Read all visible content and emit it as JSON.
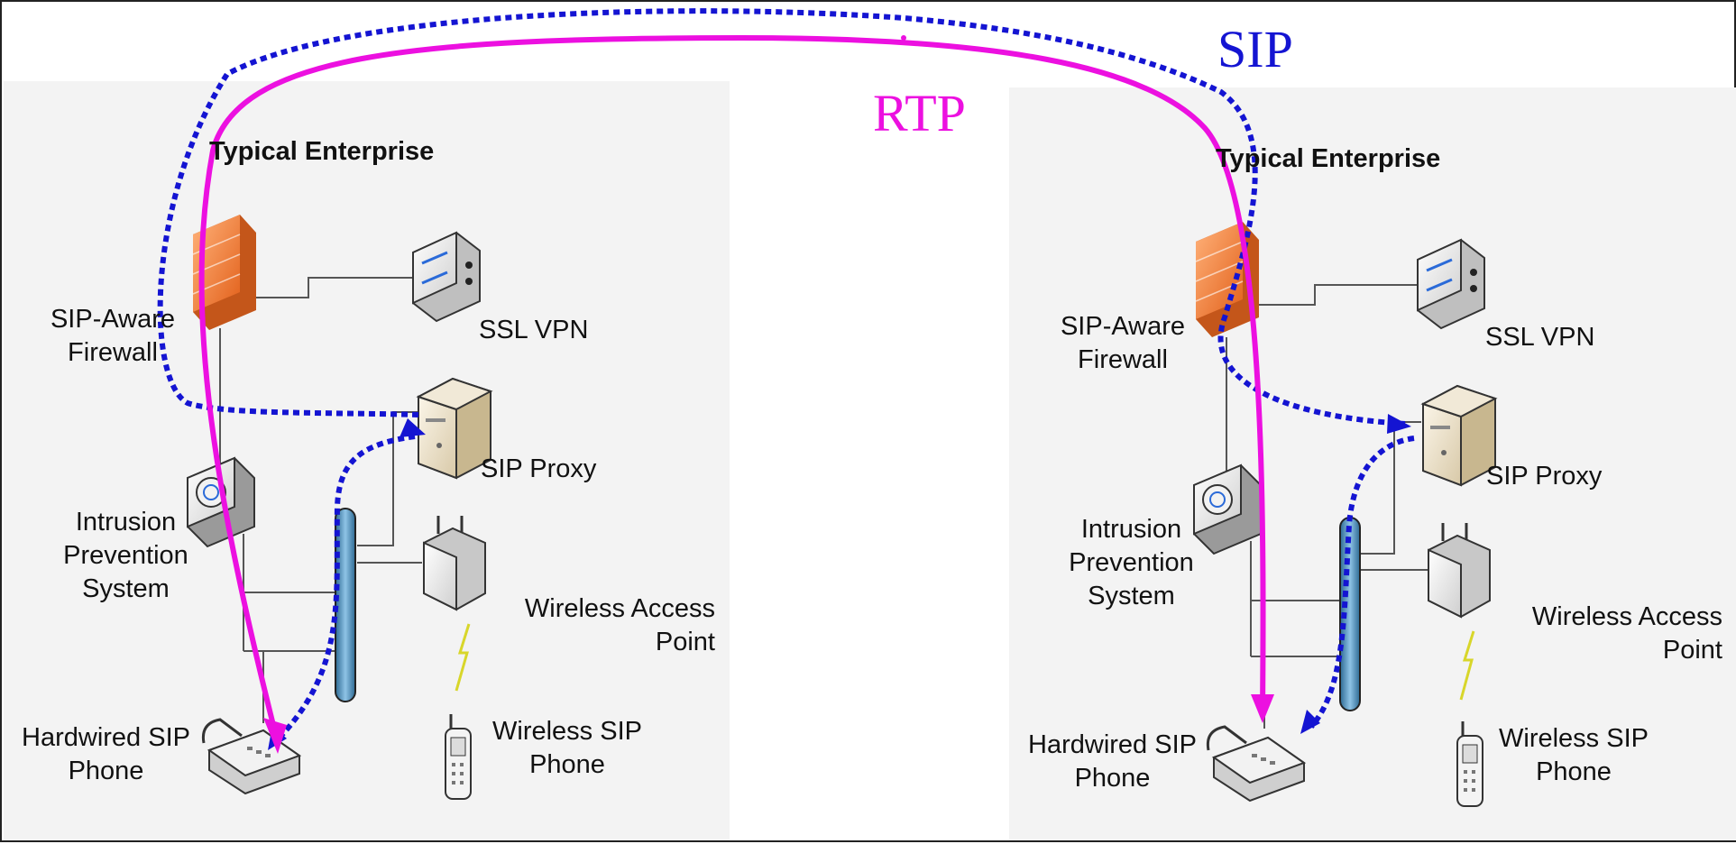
{
  "flows": {
    "sip": {
      "label": "SIP",
      "color": "#1414d2"
    },
    "rtp": {
      "label": "RTP",
      "color": "#ec10e0"
    }
  },
  "colors": {
    "wire": "#555555",
    "firewall": "#f07a2e",
    "switch": "#3d7fa8"
  },
  "icons": [
    "firewall-icon",
    "vpn-appliance-icon",
    "server-icon",
    "ips-appliance-icon",
    "switch-icon",
    "access-point-icon",
    "wireless-signal-icon",
    "desk-phone-icon",
    "mobile-phone-icon"
  ],
  "enterprises": [
    {
      "title": "Typical Enterprise",
      "firewall": "SIP-Aware\nFirewall",
      "vpn": "SSL VPN",
      "proxy": "SIP Proxy",
      "ips": "Intrusion\nPrevention\nSystem",
      "access_point": "Wireless Access\nPoint",
      "hardwired_phone": "Hardwired SIP\nPhone",
      "wireless_phone": "Wireless SIP\nPhone"
    },
    {
      "title": "Typical Enterprise",
      "firewall": "SIP-Aware\nFirewall",
      "vpn": "SSL VPN",
      "proxy": "SIP Proxy",
      "ips": "Intrusion\nPrevention\nSystem",
      "access_point": "Wireless Access\nPoint",
      "hardwired_phone": "Hardwired SIP\nPhone",
      "wireless_phone": "Wireless SIP\nPhone"
    }
  ]
}
